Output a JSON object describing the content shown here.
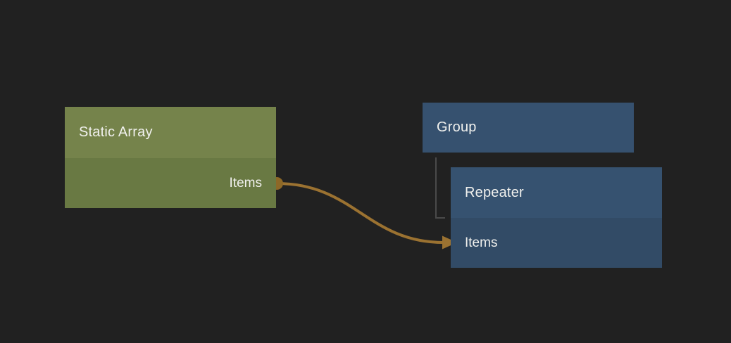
{
  "canvas": {
    "background_color": "#212121",
    "text_color": "#f1f1ee"
  },
  "nodes": {
    "static_array": {
      "title": "Static Array",
      "output_port_label": "Items",
      "header_color": "#75834b",
      "body_color": "#697943"
    },
    "group": {
      "title": "Group",
      "header_color": "#36516f"
    },
    "repeater": {
      "title": "Repeater",
      "input_port_label": "Items",
      "header_color": "#365270",
      "body_color": "#324b66"
    }
  },
  "connection": {
    "from_node": "Static Array",
    "from_port": "Items",
    "to_node": "Repeater",
    "to_port": "Items",
    "wire_color": "#9b7231",
    "port_dot_color": "#8d6827"
  },
  "hierarchy_connector": {
    "parent_node": "Group",
    "child_node": "Repeater",
    "line_color": "#4a4a4a"
  }
}
